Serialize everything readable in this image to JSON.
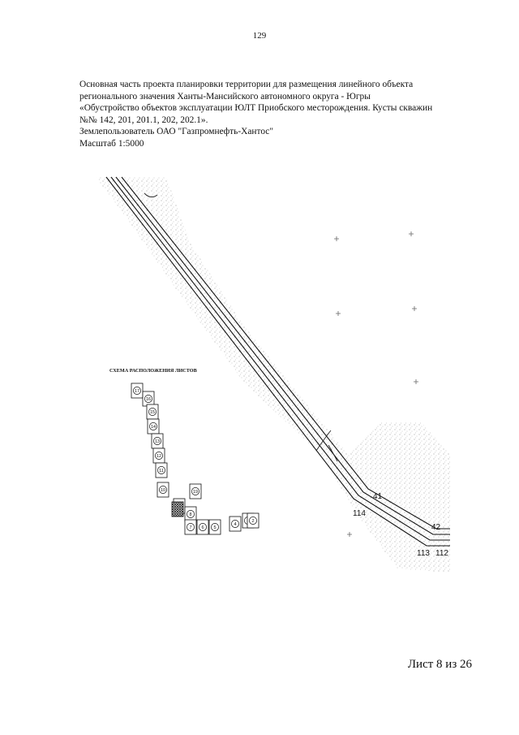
{
  "page_number": "129",
  "header": {
    "lines": [
      "Основная часть проекта планировки территории для размещения линейного объекта",
      "регионального значения Ханты-Мансийского автономного округа - Югры",
      "«Обустройство объектов эксплуатации ЮЛТ Приобского месторождения. Кусты скважин",
      "№№ 142, 201, 201.1, 202, 202.1».",
      "Землепользователь ОАО \"Газпромнефть-Хантос\"",
      "Масштаб 1:5000"
    ]
  },
  "map": {
    "point_labels": {
      "p41": "41",
      "p114": "114",
      "p42": "42",
      "p113": "113",
      "p112": "112"
    }
  },
  "layout_scheme": {
    "title": "СХЕМА РАСПОЛОЖЕНИЯ ЛИСТОВ",
    "sheets": [
      "17",
      "16",
      "15",
      "14",
      "13",
      "12",
      "11",
      "10",
      "19",
      "9",
      "8",
      "7",
      "6",
      "5",
      "4",
      "3",
      "2"
    ]
  },
  "footer": {
    "sheet_label": "Лист 8 из 26"
  }
}
